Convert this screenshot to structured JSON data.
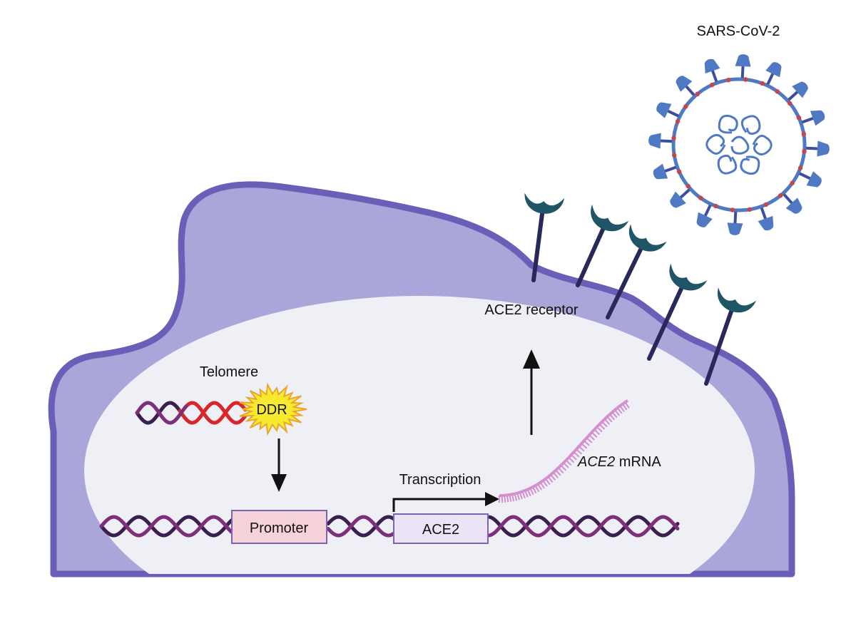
{
  "labels": {
    "virus": "SARS-CoV-2",
    "receptor": "ACE2 receptor",
    "telomere": "Telomere",
    "ddr": "DDR",
    "transcription": "Transcription",
    "mrna_gene": "ACE2",
    "mrna_suffix": " mRNA",
    "promoter": "Promoter",
    "gene": "ACE2"
  },
  "colors": {
    "cell_fill": "#aba6d9",
    "cell_border": "#6a5fb8",
    "nucleus_fill": "#eef0f6",
    "dna_dark": "#3a1f4f",
    "dna_purple": "#7e2f7a",
    "telomere_red": "#d9262b",
    "ddr_yellow": "#f7ea2e",
    "mrna_pink": "#d58fd0",
    "receptor_teal": "#1f5566",
    "receptor_stem": "#28285a",
    "virus_blue": "#4f79c2",
    "virus_dark": "#3c4ea0",
    "virus_red": "#c8454a",
    "promoter_fill": "#f6d3d8",
    "gene_fill": "#ebe4f7",
    "box_border": "#7b63b5"
  },
  "icons": [
    "sars-cov-2-icon",
    "ace2-receptor-icon",
    "dna-helix-icon",
    "mrna-strand-icon",
    "ddr-burst-icon"
  ]
}
